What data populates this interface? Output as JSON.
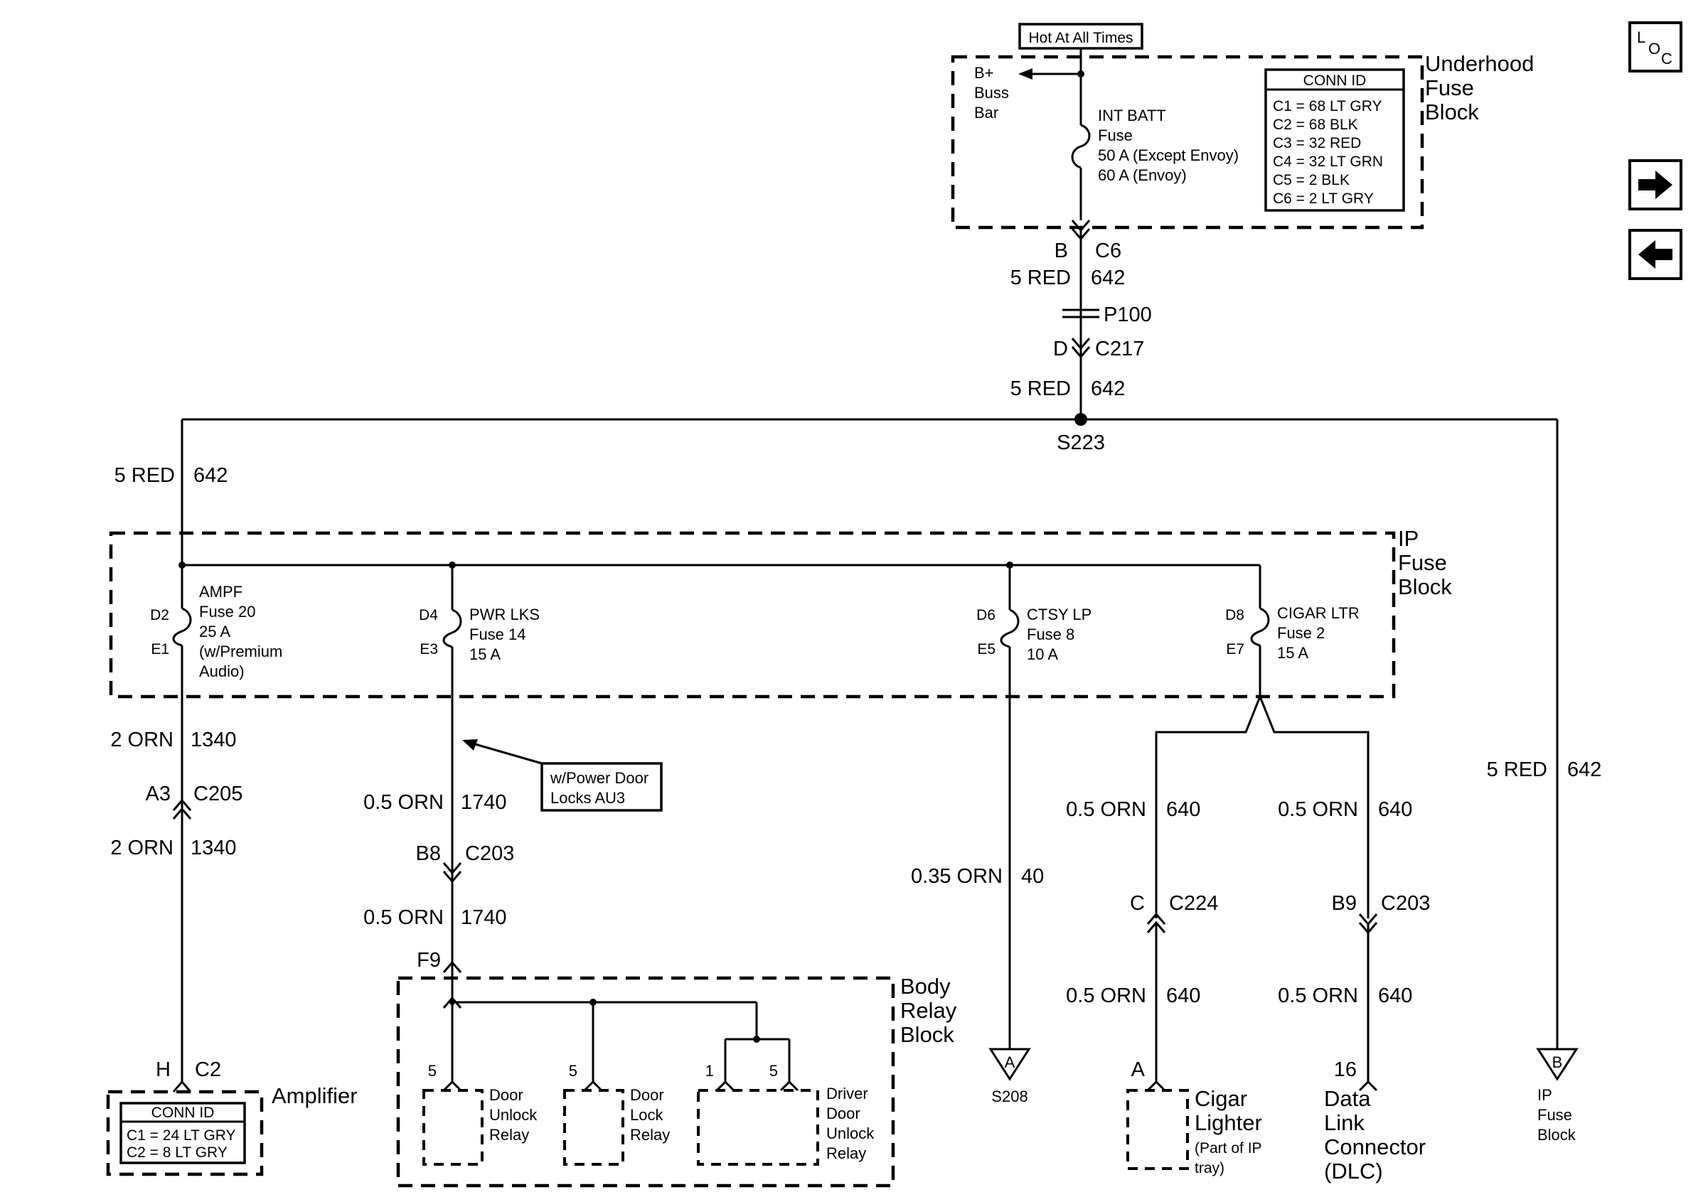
{
  "nav": {
    "loc_l": "L",
    "loc_o": "O",
    "loc_c": "C",
    "next_icon": "arrow-right-icon",
    "prev_icon": "arrow-left-icon"
  },
  "underhood": {
    "hot_label": "Hot At All Times",
    "bplus": [
      "B+",
      "Buss",
      "Bar"
    ],
    "fuse": [
      "INT BATT",
      "Fuse",
      "50 A (Except Envoy)",
      "60 A (Envoy)"
    ],
    "title": [
      "Underhood",
      "Fuse",
      "Block"
    ],
    "conn_id_title": "CONN ID",
    "conn_ids": [
      "C1 = 68 LT GRY",
      "C2 = 68 BLK",
      "C3 = 32 RED",
      "C4 = 32 LT GRN",
      "C5 = 2 BLK",
      "C6 = 2 LT GRY"
    ]
  },
  "main_feed": {
    "pin_b": "B",
    "conn_c6": "C6",
    "wire1_color": "5 RED",
    "wire1_num": "642",
    "p100": "P100",
    "pin_d": "D",
    "conn_c217": "C217",
    "wire2_color": "5 RED",
    "wire2_num": "642",
    "splice": "S223"
  },
  "left_feed": {
    "color": "5 RED",
    "num": "642"
  },
  "right_feed": {
    "color": "5 RED",
    "num": "642",
    "dest": [
      "IP",
      "Fuse",
      "Block"
    ],
    "conn_letter": "B"
  },
  "ip_fuse_block": {
    "title": [
      "IP",
      "Fuse",
      "Block"
    ],
    "fuses": [
      {
        "in": "D2",
        "out": "E1",
        "lines": [
          "AMPF",
          "Fuse 20",
          "25 A",
          "(w/Premium",
          "Audio)"
        ]
      },
      {
        "in": "D4",
        "out": "E3",
        "lines": [
          "PWR LKS",
          "Fuse 14",
          "15 A"
        ]
      },
      {
        "in": "D6",
        "out": "E5",
        "lines": [
          "CTSY LP",
          "Fuse 8",
          "10 A"
        ]
      },
      {
        "in": "D8",
        "out": "E7",
        "lines": [
          "CIGAR LTR",
          "Fuse 2",
          "15 A"
        ]
      }
    ]
  },
  "amp_circuit": {
    "wire1_color": "2 ORN",
    "wire1_num": "1340",
    "pin_a3": "A3",
    "conn_c205": "C205",
    "wire2_color": "2 ORN",
    "wire2_num": "1340",
    "pin_h": "H",
    "conn_c2": "C2",
    "amp_label": "Amplifier",
    "conn_id_title": "CONN ID",
    "conn_ids": [
      "C1 = 24 LT GRY",
      "C2 = 8 LT GRY"
    ]
  },
  "lock_circuit": {
    "note": [
      "w/Power Door",
      "Locks AU3"
    ],
    "wire1_color": "0.5 ORN",
    "wire1_num": "1740",
    "pin_b8": "B8",
    "conn_c203": "C203",
    "wire2_color": "0.5 ORN",
    "wire2_num": "1740",
    "pin_f9": "F9",
    "body_relay_title": [
      "Body",
      "Relay",
      "Block"
    ],
    "relays": [
      {
        "pin": "5",
        "lines": [
          "Door",
          "Unlock",
          "Relay"
        ]
      },
      {
        "pin": "5",
        "lines": [
          "Door",
          "Lock",
          "Relay"
        ]
      },
      {
        "pin1": "1",
        "pin2": "5",
        "lines": [
          "Driver",
          "Door",
          "Unlock",
          "Relay"
        ]
      }
    ]
  },
  "courtesy_circuit": {
    "wire_color": "0.35 ORN",
    "wire_num": "40",
    "conn_letter": "A",
    "dest": "S208"
  },
  "cigar_circuit": {
    "left_wire1_color": "0.5 ORN",
    "left_wire1_num": "640",
    "pin_c": "C",
    "conn_c224": "C224",
    "left_wire2_color": "0.5 ORN",
    "left_wire2_num": "640",
    "pin_a": "A",
    "cigar_lines": [
      "Cigar",
      "Lighter"
    ],
    "cigar_sub": [
      "(Part of IP",
      "tray)"
    ],
    "right_wire1_color": "0.5 ORN",
    "right_wire1_num": "640",
    "pin_b9": "B9",
    "conn_c203": "C203",
    "right_wire2_color": "0.5 ORN",
    "right_wire2_num": "640",
    "pin_16": "16",
    "dlc_lines": [
      "Data",
      "Link",
      "Connector",
      "(DLC)"
    ]
  }
}
